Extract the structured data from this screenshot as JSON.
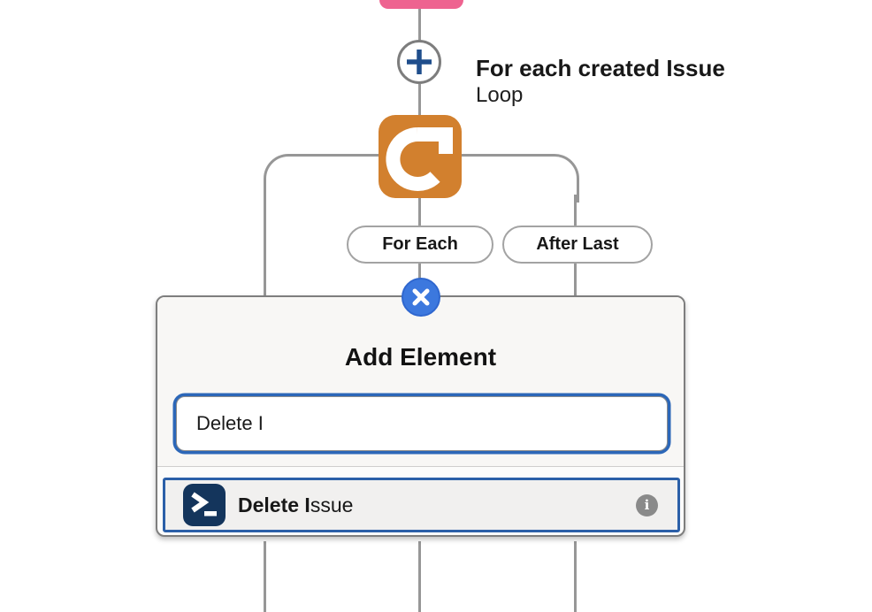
{
  "node": {
    "title": "For each created Issue",
    "subtitle": "Loop"
  },
  "branches": {
    "for_each": "For Each",
    "after_last": "After Last"
  },
  "dialog": {
    "title": "Add Element",
    "search": {
      "value": "Delete I",
      "placeholder": ""
    },
    "results": [
      {
        "match": "Delete I",
        "rest": "ssue",
        "icon": "terminal-icon",
        "info_glyph": "i"
      }
    ]
  },
  "colors": {
    "pink_node": "#ee6390",
    "loop_node": "#d2802e",
    "action_icon_bg": "#14355c",
    "close_button": "#3c78de",
    "plus_glyph": "#1f4e8c",
    "connector": "#979797",
    "focus_ring": "#2c67b8",
    "selection_border": "#2b5fa8",
    "dialog_bg": "#f8f7f5"
  }
}
